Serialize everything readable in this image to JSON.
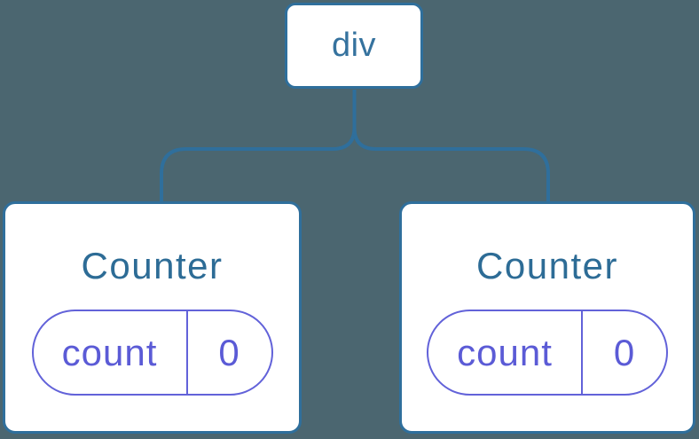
{
  "diagram": {
    "type": "component-tree",
    "colors": {
      "background": "#4b6670",
      "node_border_blue": "#2f6f9c",
      "connector_blue": "#2f6f9c",
      "title_text_blue": "#2d6c96",
      "state_purple": "#6262d9",
      "state_text_purple": "#5b5bd6",
      "card_background": "#ffffff"
    },
    "root": {
      "label": "div"
    },
    "children": [
      {
        "title": "Counter",
        "state": {
          "key": "count",
          "value": "0"
        }
      },
      {
        "title": "Counter",
        "state": {
          "key": "count",
          "value": "0"
        }
      }
    ]
  }
}
